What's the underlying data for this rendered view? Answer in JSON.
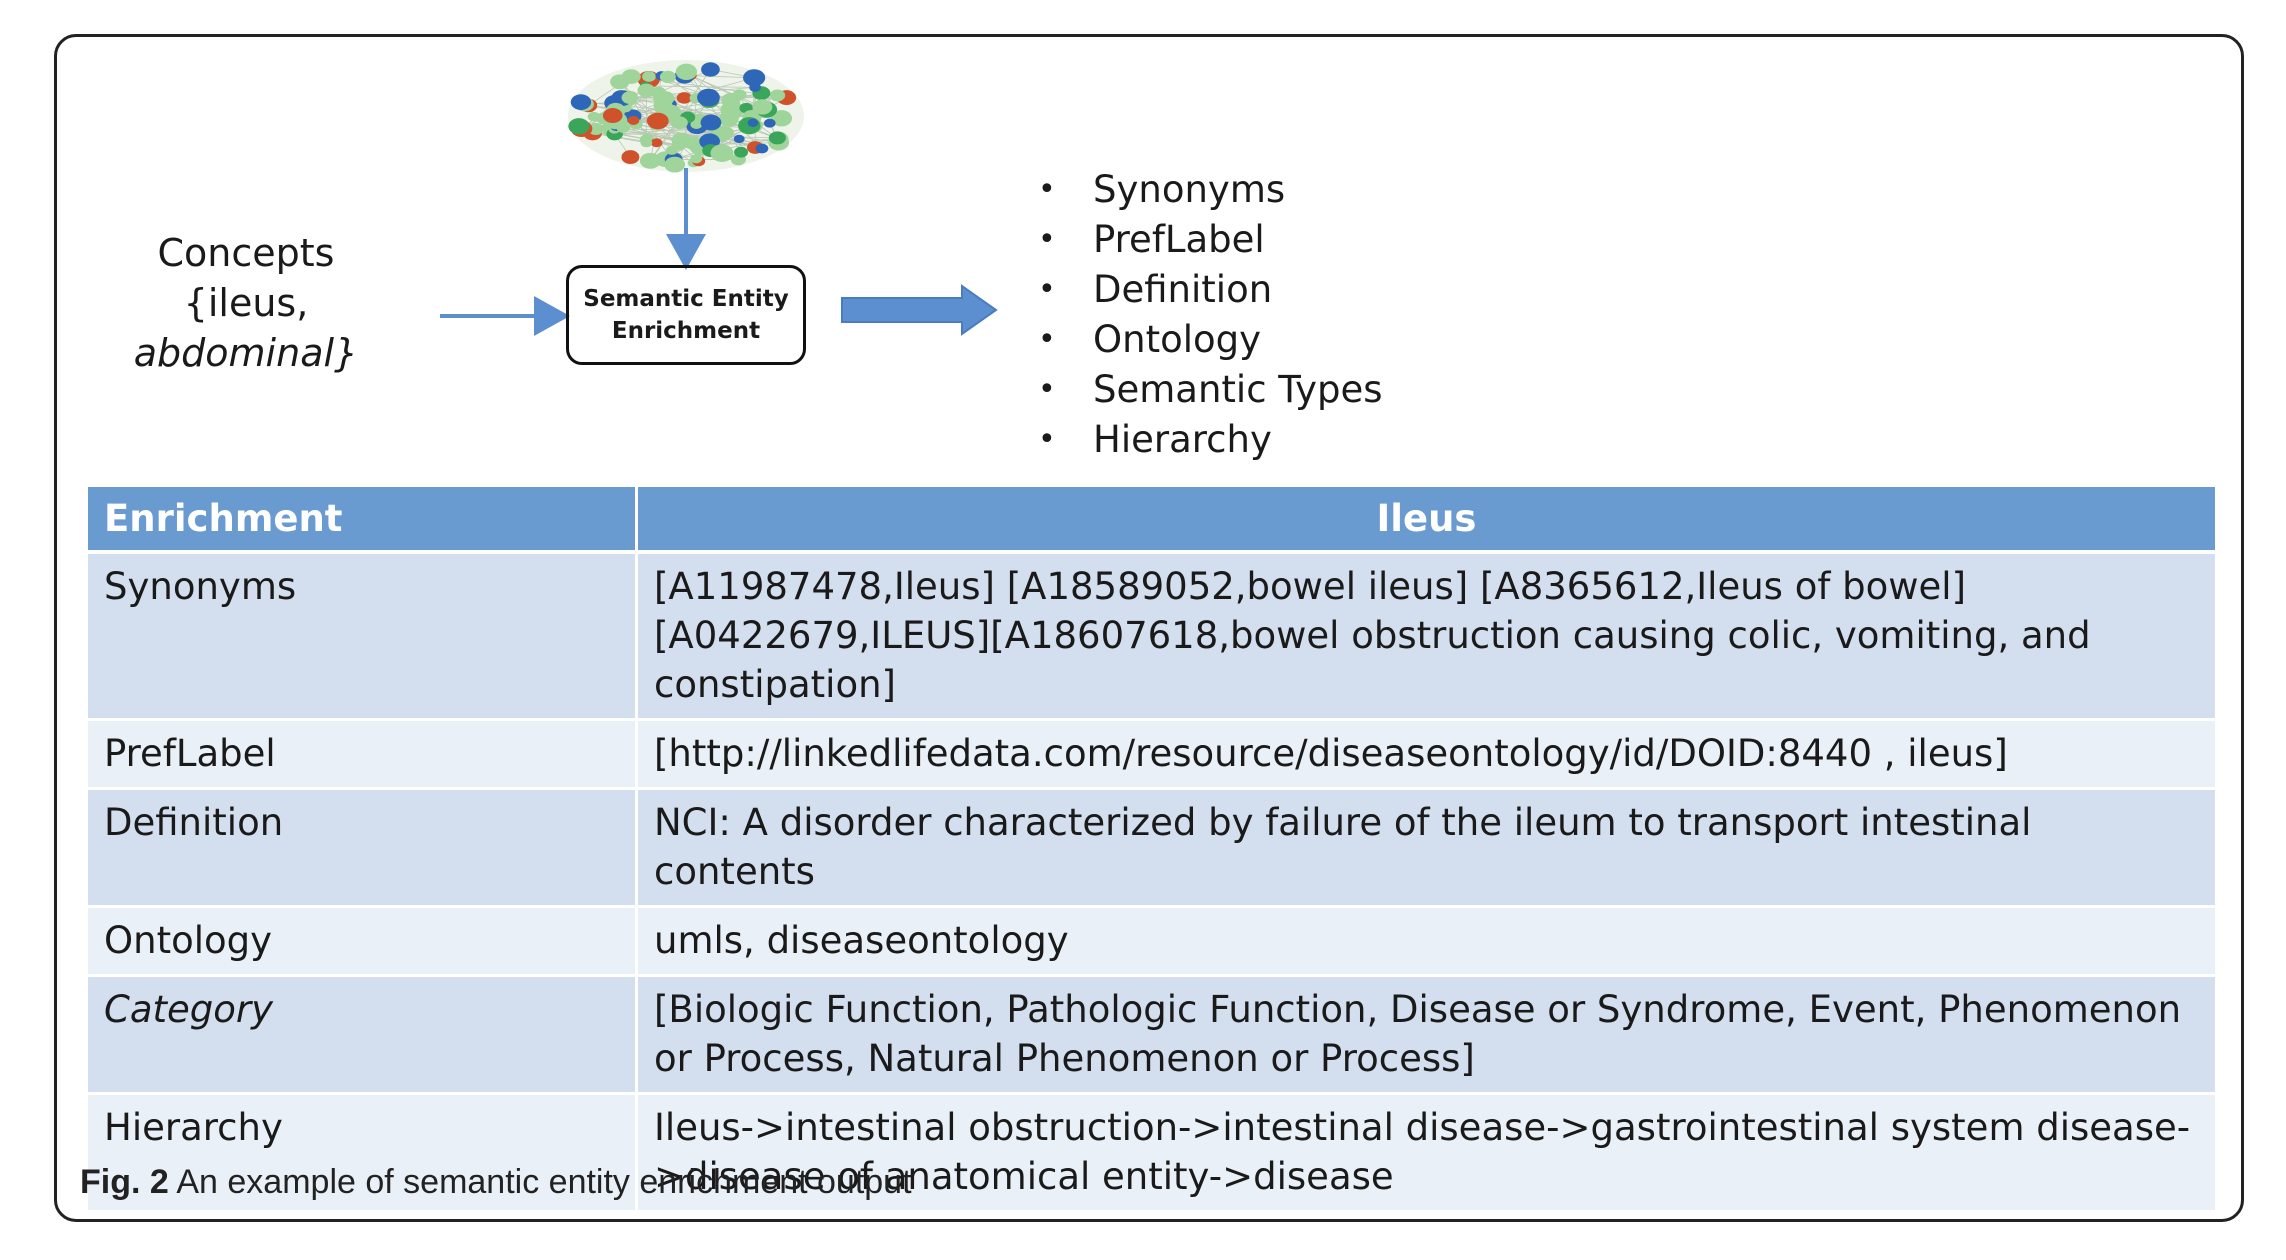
{
  "diagram": {
    "concepts_label": "Concepts",
    "concepts_plain": "{ileus, ",
    "concepts_italic": "abdominal}",
    "box_line1": "Semantic Entity",
    "box_line2": "Enrichment",
    "outputs": [
      "Synonyms",
      "PrefLabel",
      "Definition",
      "Ontology",
      "Semantic Types",
      "Hierarchy"
    ],
    "bullet": "•"
  },
  "table": {
    "headers": [
      "Enrichment",
      "Ileus"
    ],
    "rows": [
      {
        "label": "Synonyms",
        "value": "[A11987478,Ileus] [A18589052,bowel ileus] [A8365612,Ileus of bowel][A0422679,ILEUS][A18607618,bowel obstruction causing colic, vomiting, and constipation]"
      },
      {
        "label": "PrefLabel",
        "value": "[http://linkedlifedata.com/resource/diseaseontology/id/DOID:8440 , ileus]"
      },
      {
        "label": "Definition",
        "value": "NCI: A disorder characterized by failure of the ileum to transport intestinal contents"
      },
      {
        "label": "Ontology",
        "value": "umls, diseaseontology"
      },
      {
        "label": "Category",
        "value": "[Biologic Function, Pathologic Function, Disease or Syndrome, Event, Phenomenon or Process, Natural Phenomenon or Process]"
      },
      {
        "label": "Hierarchy",
        "value": "Ileus->intestinal obstruction->intestinal disease->gastrointestinal system disease->disease of anatomical entity->disease"
      }
    ]
  },
  "caption": {
    "label": "Fig. 2",
    "text": " An example of semantic entity enrichment output"
  },
  "colors": {
    "header_blue": "#6a9bd0",
    "row_dark": "#d3dfee",
    "row_light": "#eaf0f7",
    "arrow_blue": "#5b8fd0",
    "node_green": "#3aa65a",
    "node_light_green": "#9fd49a",
    "node_red": "#d0522b",
    "node_blue": "#2f67b8"
  }
}
